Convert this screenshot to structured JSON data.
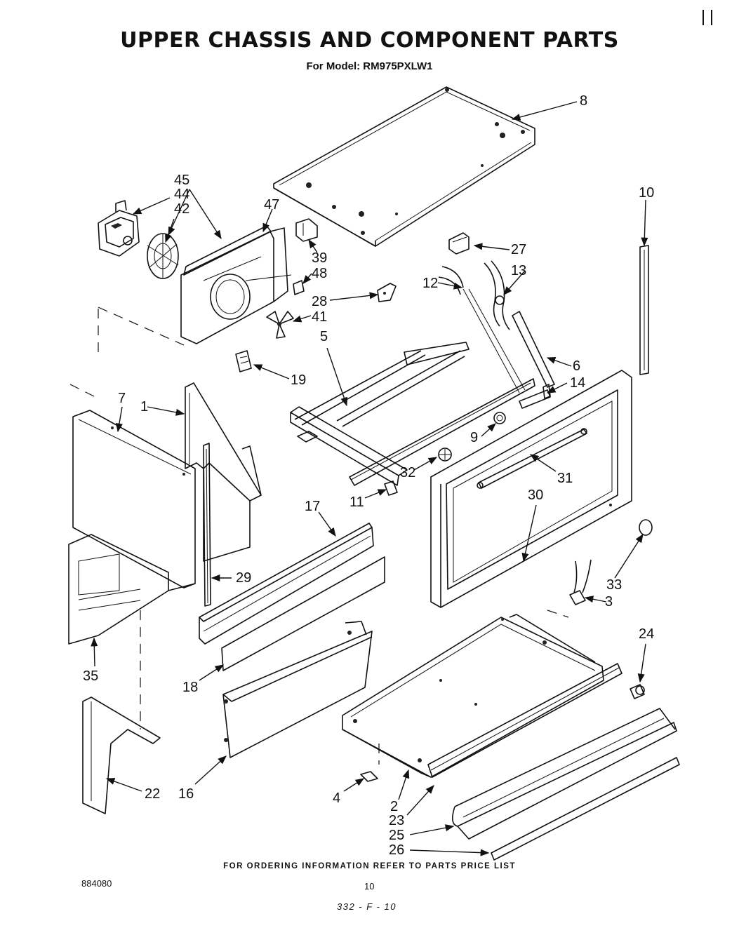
{
  "title": "UPPER CHASSIS AND COMPONENT PARTS",
  "subtitle": "For Model: RM975PXLW1",
  "footer_note": "FOR ORDERING INFORMATION REFER TO PARTS PRICE LIST",
  "document_number": "884080",
  "page_number": "10",
  "publication_code": "332 - F - 10",
  "part_labels": {
    "p1": "1",
    "p2": "2",
    "p3": "3",
    "p4": "4",
    "p5": "5",
    "p6": "6",
    "p7": "7",
    "p8": "8",
    "p9": "9",
    "p10": "10",
    "p11": "11",
    "p12": "12",
    "p13": "13",
    "p14": "14",
    "p16": "16",
    "p17": "17",
    "p18": "18",
    "p19": "19",
    "p22": "22",
    "p23": "23",
    "p24": "24",
    "p25": "25",
    "p26": "26",
    "p27": "27",
    "p28": "28",
    "p29": "29",
    "p30": "30",
    "p31": "31",
    "p32": "32",
    "p33": "33",
    "p35": "35",
    "p39": "39",
    "p41": "41",
    "p42": "42",
    "p44": "44",
    "p45": "45",
    "p47": "47",
    "p48": "48"
  }
}
